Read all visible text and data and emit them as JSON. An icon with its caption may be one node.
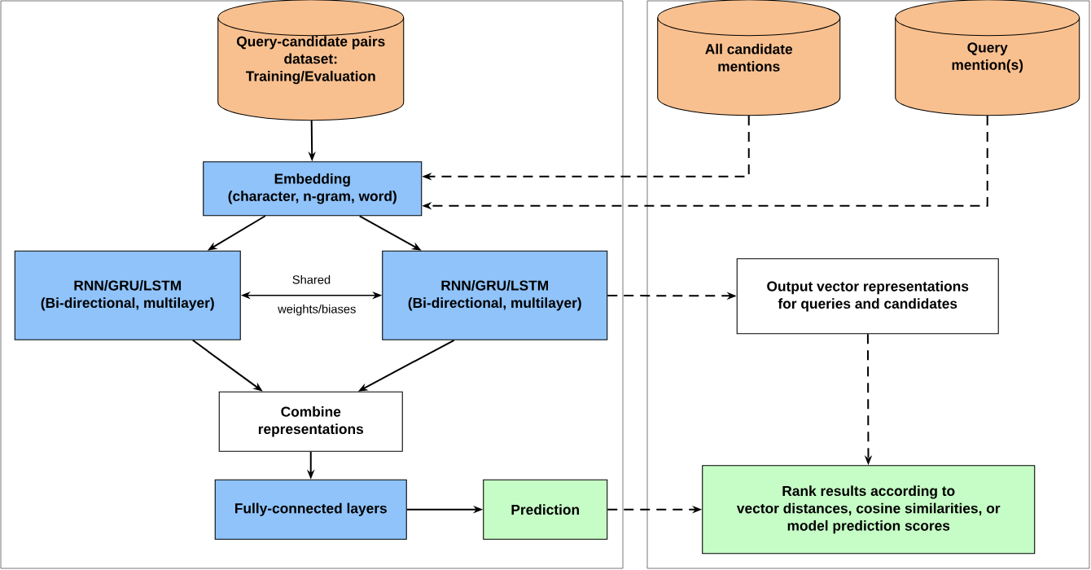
{
  "diagram": {
    "nodes": [
      {
        "text": [],
        "shape": "box"
      },
      {
        "text": [],
        "shape": "box"
      },
      {
        "text": [
          "Query-candidate pairs dataset: Training/Evaluation"
        ],
        "in": 0
      },
      {
        "text": [
          "All candidate mentions"
        ],
        "in": 1
      },
      {
        "text": [
          "Query mention(s)"
        ],
        "in": 1
      },
      {
        "text": [
          "Embedding (character, n-gram, word)"
        ],
        "in": 0
      },
      {
        "text": [
          "RNN/GRU/LSTM (Bi-directional, multilayer)"
        ],
        "in": 0
      },
      {
        "text": [
          "RNN/GRU/LSTM (Bi-directional, multilayer)"
        ],
        "in": 0
      },
      {
        "text": [
          "Output vector representations for queries and candidates"
        ],
        "in": 1
      },
      {
        "text": [
          "Combine representations"
        ],
        "in": 0
      },
      {
        "text": [
          "Fully-connected layers"
        ],
        "in": 0
      },
      {
        "text": [
          "Prediction"
        ],
        "in": 0
      },
      {
        "text": [
          "Rank results according to vector distances, cosine similarities, or model prediction scores"
        ],
        "in": 1
      }
    ],
    "edges": [
      {
        "from": 2,
        "to": 5,
        "arrow": "to"
      },
      {
        "from": 3,
        "to": 5,
        "arrow": "to",
        "style": "dashed"
      },
      {
        "from": 4,
        "to": 5,
        "arrow": "to",
        "style": "dashed"
      },
      {
        "from": 5,
        "to": 6,
        "arrow": "to"
      },
      {
        "from": 5,
        "to": 7,
        "arrow": "to"
      },
      {
        "from": 6,
        "to": 7,
        "arrow": "both",
        "label": "Shared weights/biases"
      },
      {
        "from": 7,
        "to": 8,
        "arrow": "to",
        "style": "dashed"
      },
      {
        "from": 6,
        "to": 9,
        "arrow": "to"
      },
      {
        "from": 7,
        "to": 9,
        "arrow": "to"
      },
      {
        "from": 9,
        "to": 10,
        "arrow": "to"
      },
      {
        "from": 10,
        "to": 11,
        "arrow": "to"
      },
      {
        "from": 11,
        "to": 12,
        "arrow": "to",
        "style": "dashed"
      },
      {
        "from": 8,
        "to": 12,
        "arrow": "to",
        "style": "dashed"
      }
    ]
  }
}
